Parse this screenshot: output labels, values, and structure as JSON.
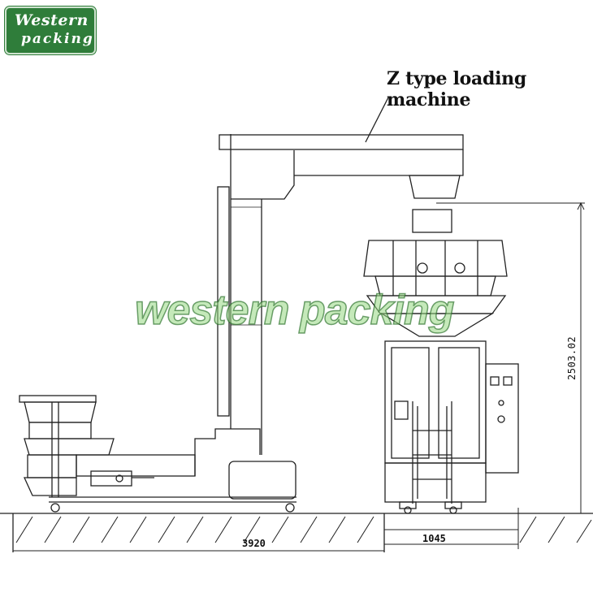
{
  "logo": {
    "line1": "Western",
    "line2": "packing"
  },
  "title": "Z type loading machine",
  "watermark": "western packing",
  "dimensions": {
    "total_length": "3920",
    "packer_width": "1045",
    "height": "2503.02"
  },
  "colors": {
    "logo_bg": "#2f7d3a",
    "line": "#222222",
    "watermark": "#96d782"
  }
}
